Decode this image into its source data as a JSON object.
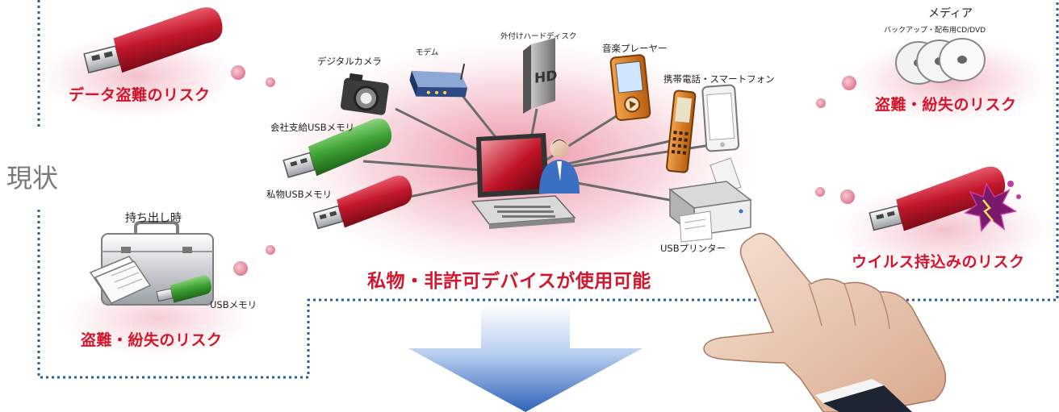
{
  "side_title": "現状",
  "center_caption": "私物・非許可デバイスが使用可能",
  "devices": {
    "camera": "デジタルカメラ",
    "modem": "モデム",
    "hdd": "外付けハードディスク",
    "music": "音楽プレーヤー",
    "phone": "携帯電話・スマートフォン",
    "company_usb": "会社支給USBメモリ",
    "private_usb": "私物USBメモリ",
    "printer": "USBプリンター",
    "hd_mark": "HD"
  },
  "risks": {
    "data_theft": "データ盗難のリスク",
    "media_loss": "盗難・紛失のリスク",
    "virus": "ウイルス持込みのリスク",
    "carry_loss": "盗難・紛失のリスク"
  },
  "media": {
    "title": "メディア",
    "subtitle": "バックアップ・配布用CD/DVD"
  },
  "carry": {
    "title": "持ち出し時",
    "usb_label": "USBメモリ"
  },
  "colors": {
    "risk_red": "#d3162b",
    "dotted_border": "#2b5ea7",
    "usb_red": "#c3172b",
    "usb_green": "#3fa535",
    "arrow_blue": "#2f63b8"
  },
  "icons": [
    "usb-red-icon",
    "usb-green-icon",
    "camera-icon",
    "modem-icon",
    "hdd-icon",
    "music-player-icon",
    "flip-phone-icon",
    "smartphone-icon",
    "laptop-icon",
    "person-icon",
    "printer-icon",
    "cd-icon",
    "briefcase-icon",
    "virus-burst-icon",
    "down-arrow-icon",
    "hand-icon"
  ]
}
